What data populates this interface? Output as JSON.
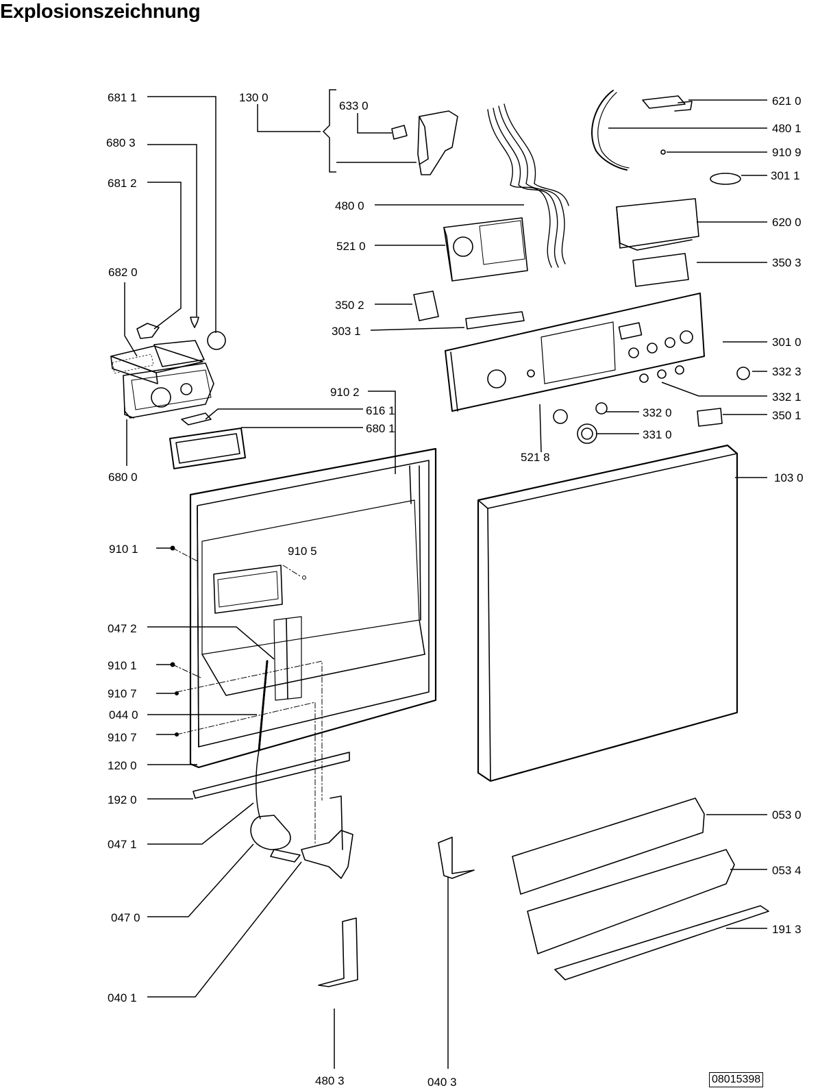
{
  "title": "Explosionszeichnung",
  "drawing_number": "08015398",
  "parts": {
    "p681_1": "681 1",
    "p130_0": "130 0",
    "p633_0": "633 0",
    "p680_3": "680 3",
    "p681_2": "681 2",
    "p682_0": "682 0",
    "p680_0": "680 0",
    "p480_0": "480 0",
    "p521_0": "521 0",
    "p350_2": "350 2",
    "p303_1": "303 1",
    "p910_2": "910 2",
    "p616_1": "616 1",
    "p680_1": "680 1",
    "p910_1a": "910 1",
    "p910_5": "910 5",
    "p047_2": "047 2",
    "p910_1b": "910 1",
    "p910_7a": "910 7",
    "p044_0": "044 0",
    "p910_7b": "910 7",
    "p120_0": "120 0",
    "p192_0": "192 0",
    "p047_1": "047 1",
    "p047_0": "047 0",
    "p040_1": "040 1",
    "p480_3": "480 3",
    "p040_3": "040 3",
    "p621_0": "621 0",
    "p480_1": "480 1",
    "p910_9": "910 9",
    "p301_1": "301 1",
    "p620_0": "620 0",
    "p350_3": "350 3",
    "p301_0": "301 0",
    "p332_3": "332 3",
    "p332_1": "332 1",
    "p332_0": "332 0",
    "p350_1": "350 1",
    "p331_0": "331 0",
    "p521_8": "521 8",
    "p103_0": "103 0",
    "p053_0": "053 0",
    "p053_4": "053 4",
    "p191_3": "191 3"
  }
}
